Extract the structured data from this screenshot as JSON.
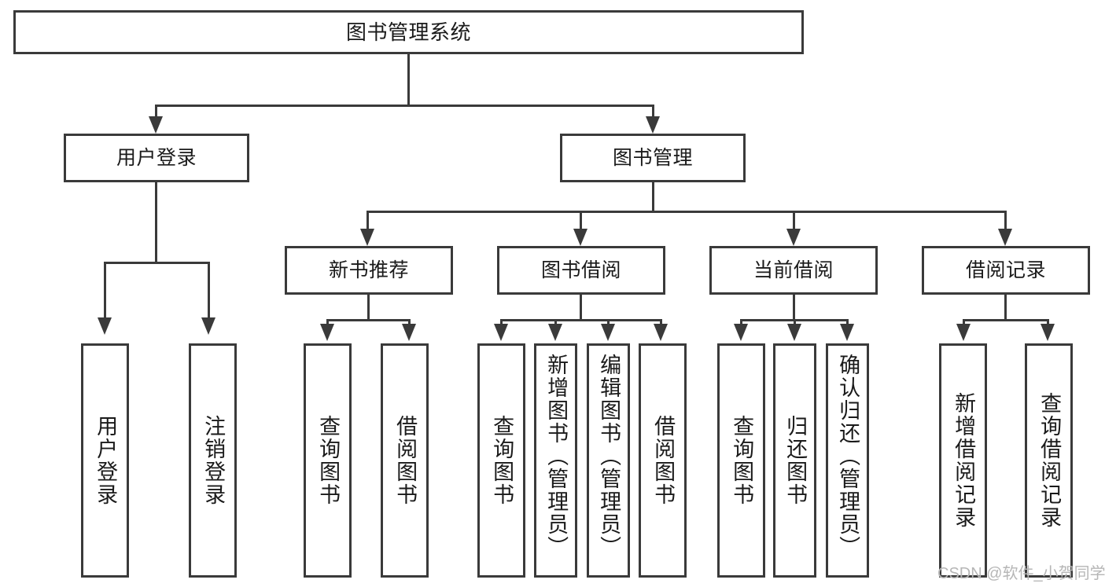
{
  "diagram": {
    "type": "tree-hierarchy-chart",
    "title": "图书管理系统",
    "levels": 4,
    "nodes": {
      "root": {
        "label": "图书管理系统"
      },
      "level2": [
        {
          "id": "user-login",
          "label": "用户登录"
        },
        {
          "id": "book-management",
          "label": "图书管理"
        }
      ],
      "level3": [
        {
          "id": "new-book-recommend",
          "label": "新书推荐"
        },
        {
          "id": "book-borrow",
          "label": "图书借阅"
        },
        {
          "id": "current-borrow",
          "label": "当前借阅"
        },
        {
          "id": "borrow-record",
          "label": "借阅记录"
        }
      ],
      "leaves": {
        "user_login": [
          {
            "id": "leaf-user-login",
            "label": "用户登录"
          },
          {
            "id": "leaf-logout",
            "label": "注销登录"
          }
        ],
        "new_book_recommend": [
          {
            "id": "leaf-query-book-1",
            "label": "查询图书"
          },
          {
            "id": "leaf-borrow-book-1",
            "label": "借阅图书"
          }
        ],
        "book_borrow": [
          {
            "id": "leaf-query-book-2",
            "label": "查询图书"
          },
          {
            "id": "leaf-add-book",
            "label": "新增图书（管理员）"
          },
          {
            "id": "leaf-edit-book",
            "label": "编辑图书（管理员）"
          },
          {
            "id": "leaf-borrow-book-2",
            "label": "借阅图书"
          }
        ],
        "current_borrow": [
          {
            "id": "leaf-query-book-3",
            "label": "查询图书"
          },
          {
            "id": "leaf-return-book",
            "label": "归还图书"
          },
          {
            "id": "leaf-confirm-return",
            "label": "确认归还（管理员）"
          }
        ],
        "borrow_record": [
          {
            "id": "leaf-add-record",
            "label": "新增借阅记录"
          },
          {
            "id": "leaf-query-record",
            "label": "查询借阅记录"
          }
        ]
      }
    },
    "colors": {
      "stroke": "#3a3a3a",
      "fill": "#ffffff",
      "text": "#1a1a1a",
      "watermark": "#b6b6b6"
    }
  },
  "watermark": {
    "text": "CSDN @软件_小贺同学"
  }
}
